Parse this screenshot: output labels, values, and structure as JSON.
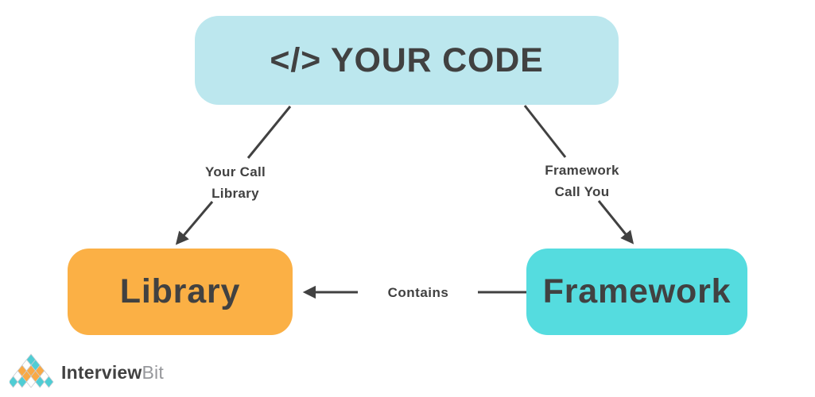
{
  "diagram": {
    "title_node": {
      "label": "</> YOUR CODE",
      "fill": "#BCE7EE"
    },
    "library_node": {
      "label": "Library",
      "fill": "#FBB045"
    },
    "framework_node": {
      "label": "Framework",
      "fill": "#55DCDF"
    },
    "edges": {
      "code_to_library": {
        "line1": "Your Call",
        "line2": "Library"
      },
      "code_to_framework": {
        "line1": "Framework",
        "line2": "Call You"
      },
      "framework_to_library": {
        "label": "Contains"
      }
    },
    "ink_color": "#414141"
  },
  "logo": {
    "name_primary": "Interview",
    "name_secondary": "Bit",
    "colors": {
      "teal": "#4FCDD4",
      "orange": "#F9A945",
      "white": "#FFFFFF",
      "outline": "#C9CCD1",
      "gray_text": "#96979B"
    },
    "mark_rows": [
      [
        "teal"
      ],
      [
        "white",
        "teal"
      ],
      [
        "orange",
        "orange",
        "orange"
      ],
      [
        "white",
        "orange",
        "orange",
        "white"
      ],
      [
        "teal",
        "teal",
        "white",
        "teal",
        "teal"
      ]
    ]
  }
}
